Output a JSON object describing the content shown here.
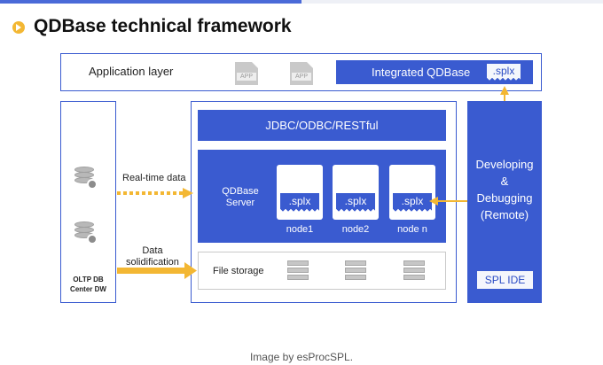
{
  "header": {
    "title": "QDBase technical framework"
  },
  "application_layer": {
    "label": "Application layer",
    "app_icon_text": "APP",
    "integrated_label": "Integrated QDBase",
    "integrated_tag": ".splx"
  },
  "oltp": {
    "label_line1": "OLTP DB",
    "label_line2": "Center DW"
  },
  "flows": {
    "realtime_label": "Real-time data",
    "solidification_line1": "Data",
    "solidification_line2": "solidification"
  },
  "server": {
    "jdbc_label": "JDBC/ODBC/RESTful",
    "qdbase_line1": "QDBase",
    "qdbase_line2": "Server",
    "nodes": [
      {
        "tag": ".splx",
        "label": "node1"
      },
      {
        "tag": ".splx",
        "label": "node2"
      },
      {
        "tag": ".splx",
        "label": "node n"
      }
    ],
    "file_storage_label": "File storage"
  },
  "dev": {
    "line1": "Developing",
    "line2": "&",
    "line3": "Debugging",
    "line4": "(Remote)",
    "ide_label": "SPL IDE"
  },
  "caption": "Image by esProcSPL.",
  "colors": {
    "primary_blue": "#3a5bd0",
    "accent_yellow": "#f3b733",
    "light_tag": "#f4f6fc"
  }
}
